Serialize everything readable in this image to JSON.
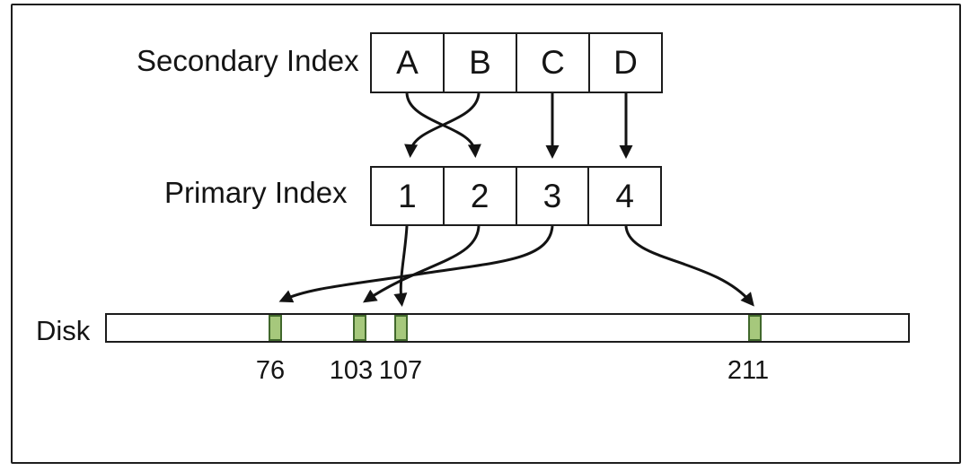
{
  "secondary_index": {
    "label": "Secondary Index",
    "cells": [
      "A",
      "B",
      "C",
      "D"
    ]
  },
  "primary_index": {
    "label": "Primary Index",
    "cells": [
      "1",
      "2",
      "3",
      "4"
    ]
  },
  "disk": {
    "label": "Disk",
    "block_offsets": [
      "76",
      "103",
      "107",
      "211"
    ]
  },
  "arrows": {
    "secondary_to_primary": [
      {
        "from": "A",
        "to": "2"
      },
      {
        "from": "B",
        "to": "1"
      },
      {
        "from": "C",
        "to": "3"
      },
      {
        "from": "D",
        "to": "4"
      }
    ],
    "primary_to_disk": [
      {
        "from": "1",
        "to": "107"
      },
      {
        "from": "2",
        "to": "103"
      },
      {
        "from": "3",
        "to": "76"
      },
      {
        "from": "4",
        "to": "211"
      }
    ]
  },
  "colors": {
    "disk_block_fill": "#a6c87c",
    "disk_block_border": "#41682c",
    "line": "#131313",
    "background": "#ffffff"
  }
}
